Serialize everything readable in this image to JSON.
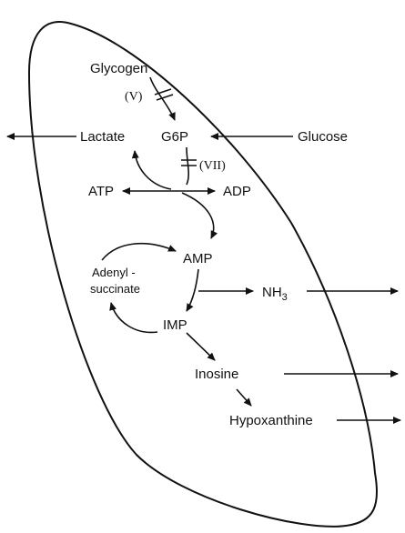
{
  "labels": {
    "glycogen": "Glycogen",
    "enzyme_v": "(V)",
    "g6p": "G6P",
    "glucose": "Glucose",
    "lactate": "Lactate",
    "enzyme_vii": "(VII)",
    "atp": "ATP",
    "adp": "ADP",
    "amp": "AMP",
    "adenylsuccinate_line1": "Adenyl -",
    "adenylsuccinate_line2": "succinate",
    "nh3": "NH",
    "nh3_sub": "3",
    "imp": "IMP",
    "inosine": "Inosine",
    "hypoxanthine": "Hypoxanthine"
  }
}
